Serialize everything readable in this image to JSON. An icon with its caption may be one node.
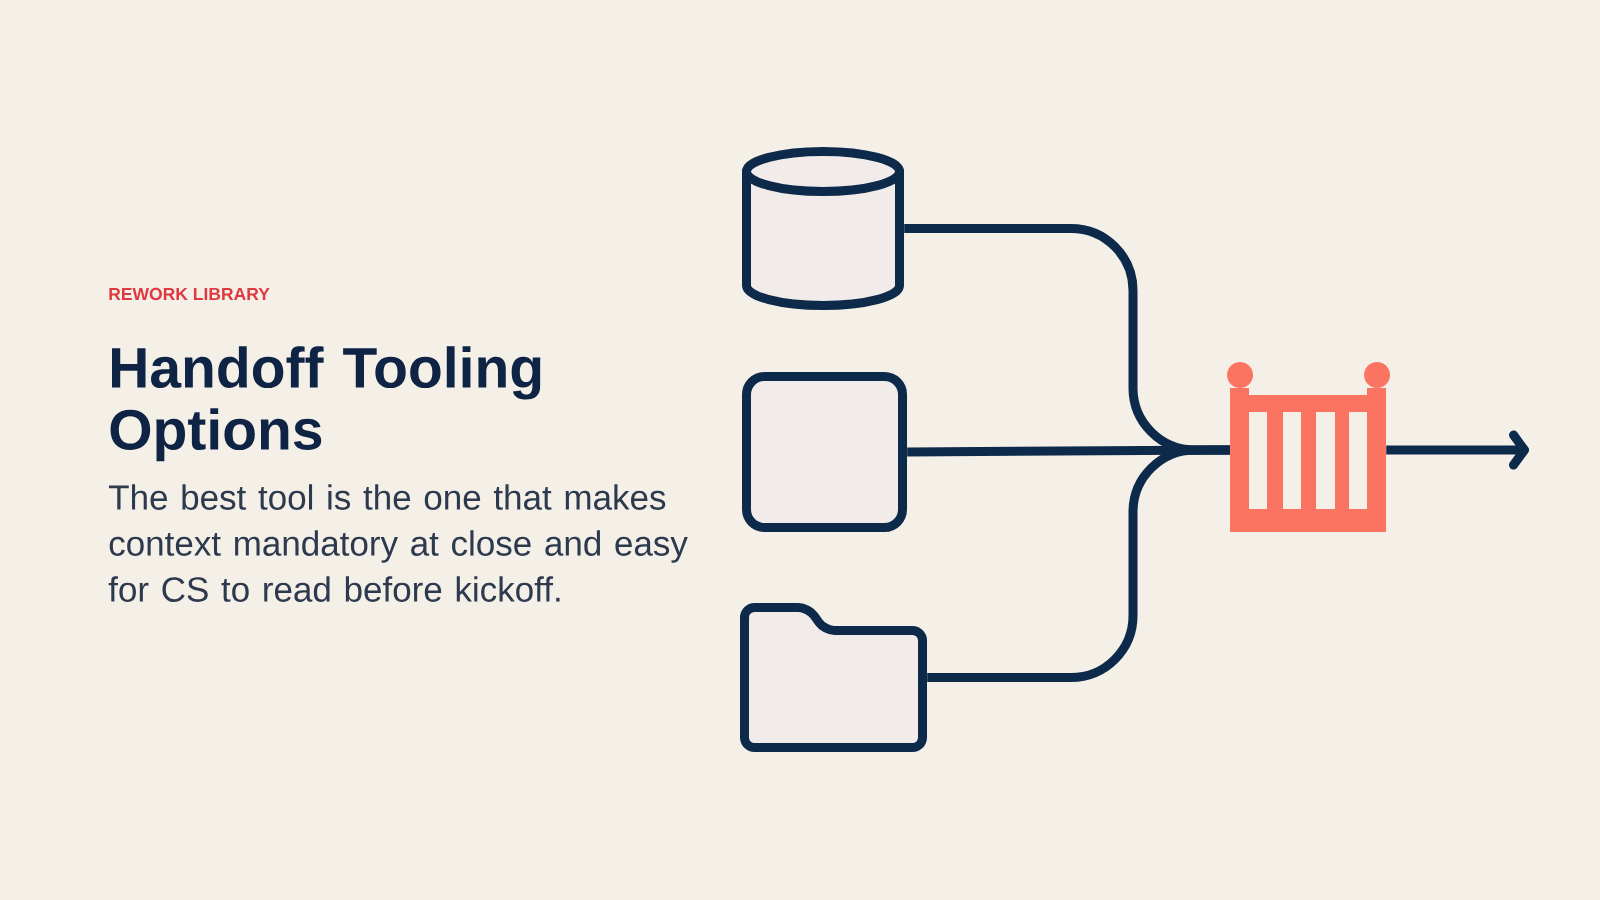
{
  "diagram": {
    "title": "Handoff Tooling Options",
    "nodes": [
      {
        "text": [],
        "shape": "cylinder"
      },
      {
        "text": [],
        "shape": "box"
      },
      {
        "text": [],
        "shape": "folder"
      },
      {
        "text": [],
        "shape": "gate"
      }
    ],
    "edges": [
      {
        "from": 0,
        "to": 3,
        "arrow": "none"
      },
      {
        "from": 1,
        "to": 3,
        "arrow": "none"
      },
      {
        "from": 2,
        "to": 3,
        "arrow": "none"
      },
      {
        "from": 3,
        "to": null,
        "arrow": "to"
      }
    ],
    "labels": [
      "REWORK LIBRARY",
      "The best tool is the one that makes context mandatory at close and easy for CS to read before kickoff."
    ]
  }
}
